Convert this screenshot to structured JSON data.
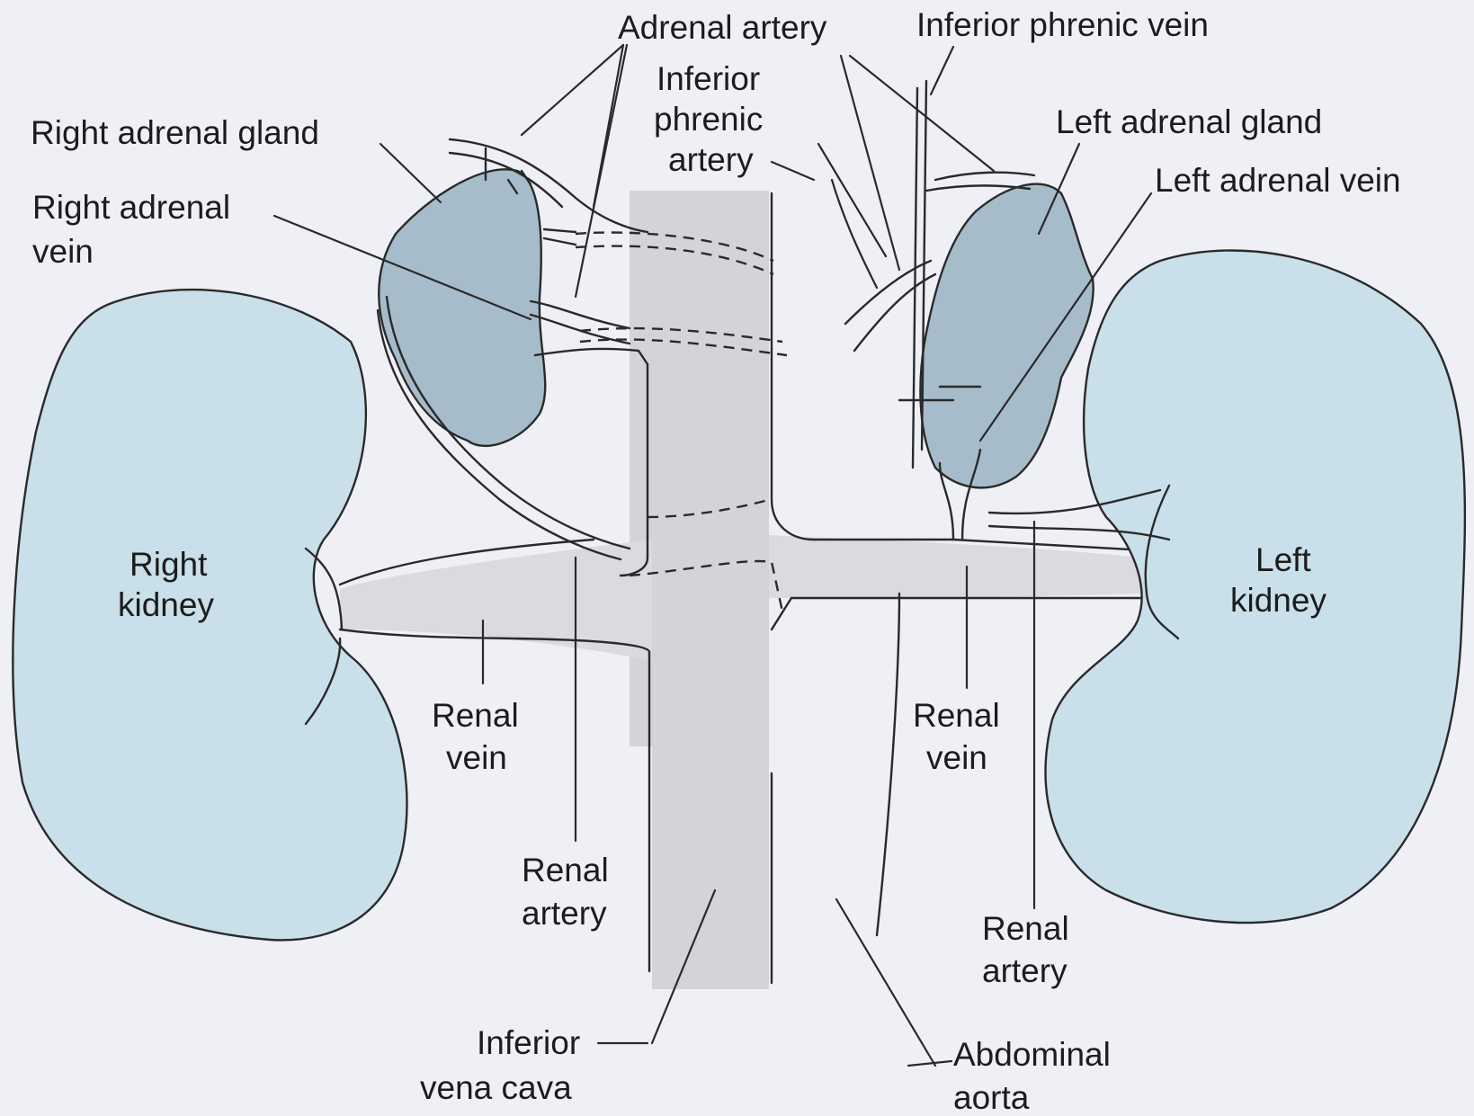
{
  "labels": {
    "adrenal_artery": "Adrenal artery",
    "inferior_phrenic_vein": "Inferior phrenic vein",
    "inferior_phrenic_artery": [
      "Inferior",
      "phrenic",
      "artery"
    ],
    "right_adrenal_gland": "Right adrenal gland",
    "left_adrenal_gland": "Left adrenal gland",
    "left_adrenal_vein": "Left adrenal vein",
    "right_adrenal_vein": [
      "Right adrenal",
      "vein"
    ],
    "right_kidney": [
      "Right",
      "kidney"
    ],
    "left_kidney": [
      "Left",
      "kidney"
    ],
    "renal_vein_right": [
      "Renal",
      "vein"
    ],
    "renal_vein_left": [
      "Renal",
      "vein"
    ],
    "renal_artery_right": [
      "Renal",
      "artery"
    ],
    "renal_artery_left": [
      "Renal",
      "artery"
    ],
    "inferior_vena_cava": [
      "Inferior",
      "vena cava"
    ],
    "abdominal_aorta": [
      "Abdominal",
      "aorta"
    ]
  },
  "colors": {
    "background": "#eef0f6",
    "kidney": "#c9dfe9",
    "adrenal": "#a7bccb",
    "vessel_fill": "#d9dbe0",
    "ivc_fill": "#d2d4d9"
  }
}
